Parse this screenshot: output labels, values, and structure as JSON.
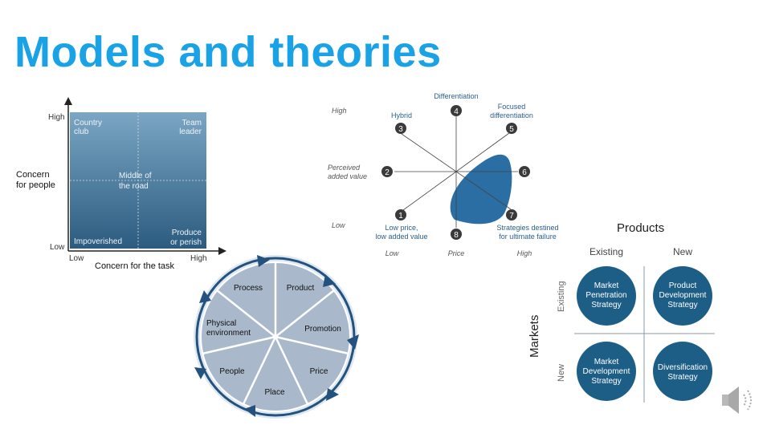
{
  "title": "Models and theories",
  "grid": {
    "axis_high": "High",
    "axis_low": "Low",
    "x_low": "Low",
    "x_high": "High",
    "y_label_1": "Concern",
    "y_label_2": "for people",
    "x_label": "Concern for the task",
    "cells": {
      "country_1": "Country",
      "country_2": "club",
      "team_1": "Team",
      "team_2": "leader",
      "middle_1": "Middle of",
      "middle_2": "the road",
      "impoverished": "Impoverished",
      "produce_1": "Produce",
      "produce_2": "or perish"
    }
  },
  "clock": {
    "y_high": "High",
    "y_low": "Low",
    "y_label_1": "Perceived",
    "y_label_2": "added value",
    "x_low": "Low",
    "x_mid": "Price",
    "x_high": "High",
    "differentiation": "Differentiation",
    "hybrid": "Hybrid",
    "focused_1": "Focused",
    "focused_2": "differentiation",
    "lowprice_1": "Low price,",
    "lowprice_2": "low added value",
    "destined_1": "Strategies destined",
    "destined_2": "for ultimate failure",
    "numbers": [
      "1",
      "2",
      "3",
      "4",
      "5",
      "6",
      "7",
      "8"
    ]
  },
  "mix": {
    "segments": [
      "Process",
      "Product",
      "Promotion",
      "Price",
      "Place",
      "People",
      "Physical",
      "environment"
    ]
  },
  "ansoff": {
    "products": "Products",
    "existing": "Existing",
    "new": "New",
    "markets": "Markets",
    "m_existing": "Existing",
    "m_new": "New",
    "cells": {
      "mp_1": "Market",
      "mp_2": "Penetration",
      "mp_3": "Strategy",
      "pd_1": "Product",
      "pd_2": "Development",
      "pd_3": "Strategy",
      "md_1": "Market",
      "md_2": "Development",
      "md_3": "Strategy",
      "dv_1": "Diversification",
      "dv_2": "Strategy"
    }
  },
  "colors": {
    "title": "#1aa2e6",
    "grid_top": "#7aa5c2",
    "grid_bottom": "#2c5d80",
    "clock_blob": "#2a6ea3",
    "mix_fill": "#a9b9cb",
    "mix_ring": "#e0e8f0",
    "mix_arrow": "#23527f",
    "ansoff_circle": "#1d5e87"
  },
  "icons": {
    "audio": "speaker-icon"
  }
}
